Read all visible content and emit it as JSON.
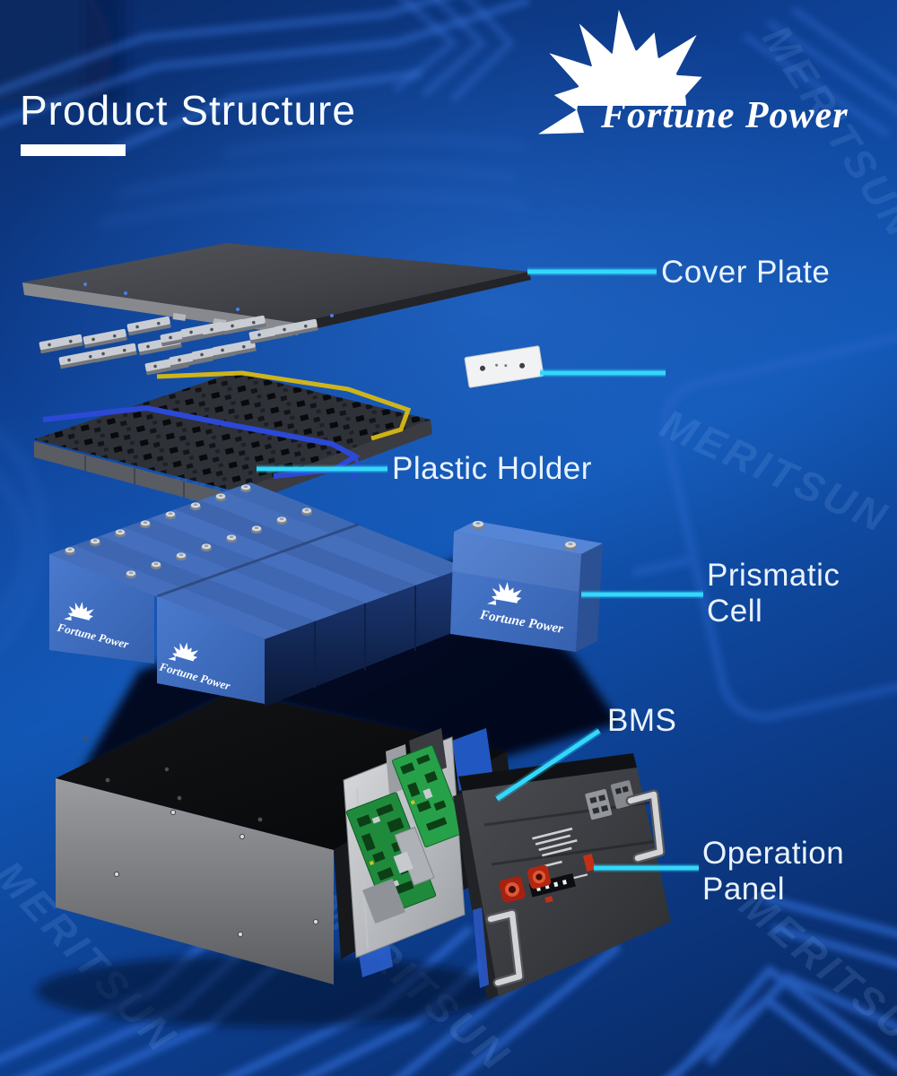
{
  "header": {
    "title": "Product Structure",
    "brand": "Fortune Power"
  },
  "watermark": "MERITSUN",
  "labels": {
    "cover_plate": "Cover Plate",
    "plastic_holder": "Plastic Holder",
    "prismatic_line1": "Prismatic",
    "prismatic_line2": "Cell",
    "bms": "BMS",
    "operation_line1": "Operation",
    "operation_line2": "Panel"
  },
  "cell_branding": "Fortune Power",
  "colors": {
    "accent_line": "#32d8fc",
    "background": "#0d3e8e",
    "label_text": "#e9f3fe",
    "cell_blue": "#3c6dc2",
    "pcb_green": "#1f8a3c"
  }
}
